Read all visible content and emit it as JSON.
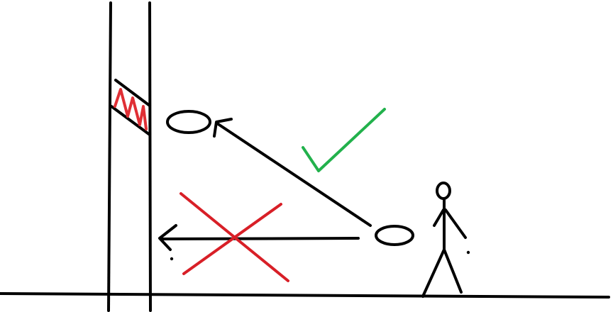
{
  "colors": {
    "background": "#ffffff",
    "ink": "#000000",
    "cross": "#d81f27",
    "hatch": "#e02f35",
    "check": "#22b14c"
  },
  "elements": {
    "wall": "vertical-wall-pillar",
    "floor": "ground-line",
    "target_marker": "red-hatched-wall-mark",
    "ball_target": "ball-near-wall",
    "ball_start": "ball-near-person",
    "correct_path": "diagonal-arrow-to-upper-ball",
    "wrong_path": "horizontal-arrow-to-wall",
    "correct_icon": "check-icon",
    "wrong_icon": "cross-icon",
    "person": "stick-figure"
  }
}
